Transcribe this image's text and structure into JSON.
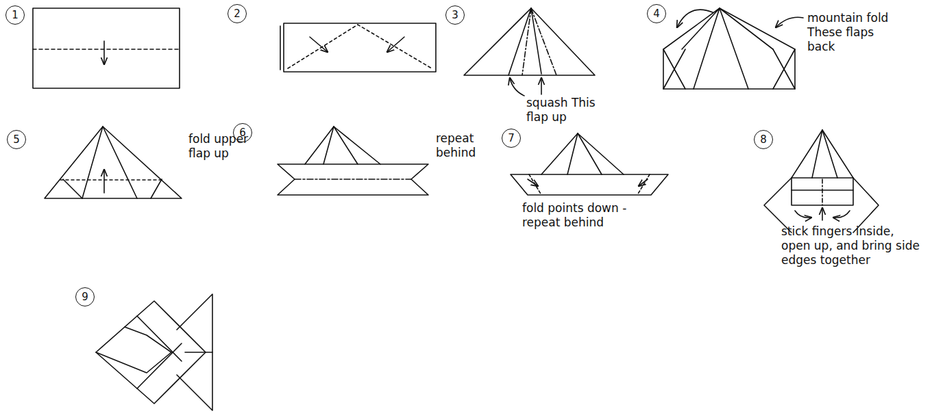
{
  "diagram": {
    "nodes": [
      {
        "text": [
          "1"
        ]
      },
      {
        "text": [
          "2"
        ]
      },
      {
        "text": [
          "3"
        ]
      },
      {
        "text": [
          "4"
        ]
      },
      {
        "text": [
          "5"
        ]
      },
      {
        "text": [
          "6"
        ]
      },
      {
        "text": [
          "7"
        ]
      },
      {
        "text": [
          "8"
        ]
      },
      {
        "text": [
          "9"
        ]
      }
    ],
    "labels": [
      "squash This flap up",
      "mountain fold These flaps back",
      "fold upper flap up",
      "repeat behind",
      "fold points down - repeat behind",
      "stick fingers inside, open up, and bring side edges together"
    ]
  }
}
